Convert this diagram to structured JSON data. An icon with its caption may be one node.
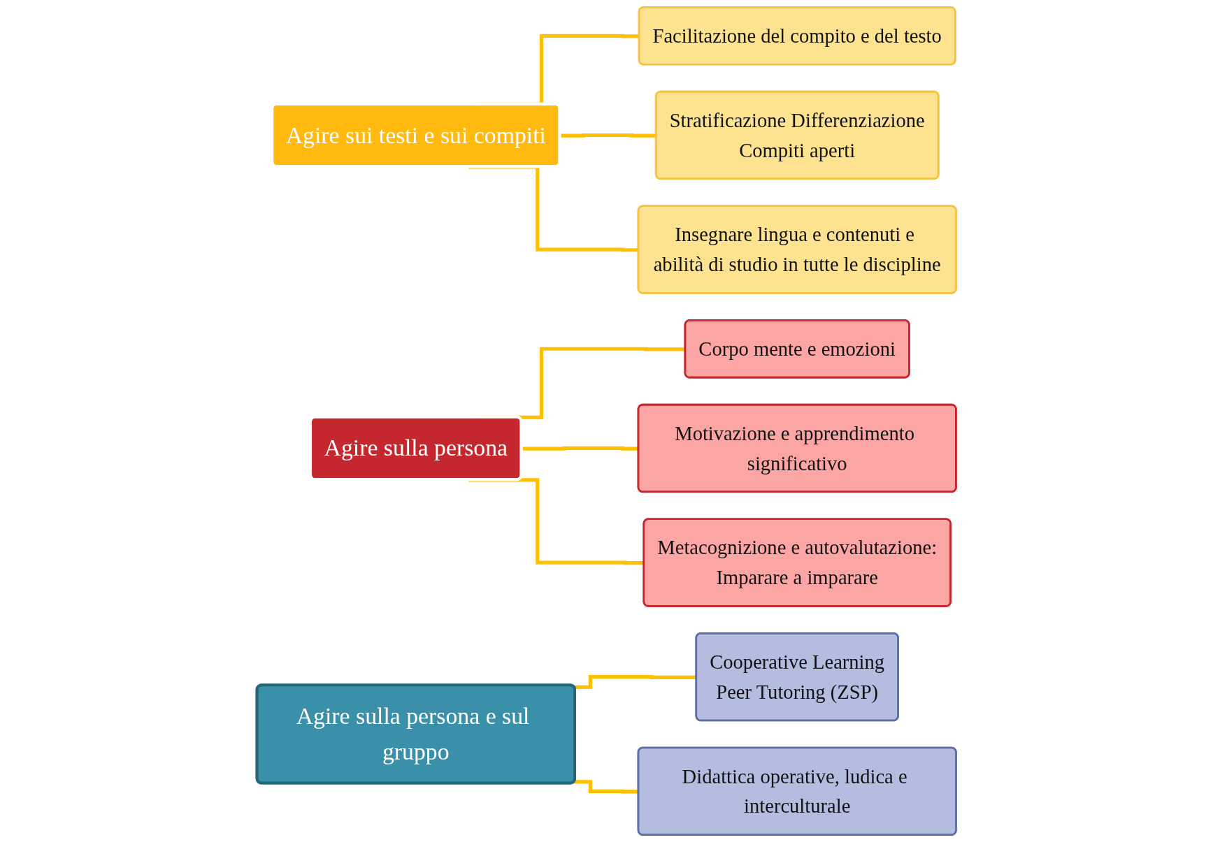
{
  "diagram": {
    "nodes": [
      {
        "text": [
          "Agire sui testi e sui compiti"
        ]
      },
      {
        "text": [
          "Facilitazione del compito e del testo"
        ]
      },
      {
        "text": [
          "Stratificazione Differenziazione",
          "Compiti aperti"
        ]
      },
      {
        "text": [
          "Insegnare lingua e contenuti e abilità di studio in tutte le discipline"
        ]
      },
      {
        "text": [
          "Agire sulla persona"
        ]
      },
      {
        "text": [
          "Corpo mente e emozioni"
        ]
      },
      {
        "text": [
          "Motivazione e apprendimento significativo"
        ]
      },
      {
        "text": [
          "Metacognizione e autovalutazione:",
          "Imparare a imparare"
        ]
      },
      {
        "text": [
          "Agire sulla persona e sul gruppo"
        ]
      },
      {
        "text": [
          "Cooperative Learning",
          "Peer Tutoring (ZSP)"
        ]
      },
      {
        "text": [
          "Didattica operative, ludica e interculturale"
        ]
      }
    ],
    "edges": [
      {
        "from": 0,
        "to": 1,
        "arrow": "none"
      },
      {
        "from": 0,
        "to": 2,
        "arrow": "none"
      },
      {
        "from": 0,
        "to": 3,
        "arrow": "none"
      },
      {
        "from": 4,
        "to": 5,
        "arrow": "none"
      },
      {
        "from": 4,
        "to": 6,
        "arrow": "none"
      },
      {
        "from": 4,
        "to": 7,
        "arrow": "none"
      },
      {
        "from": 8,
        "to": 9,
        "arrow": "none"
      },
      {
        "from": 8,
        "to": 10,
        "arrow": "none"
      }
    ]
  }
}
